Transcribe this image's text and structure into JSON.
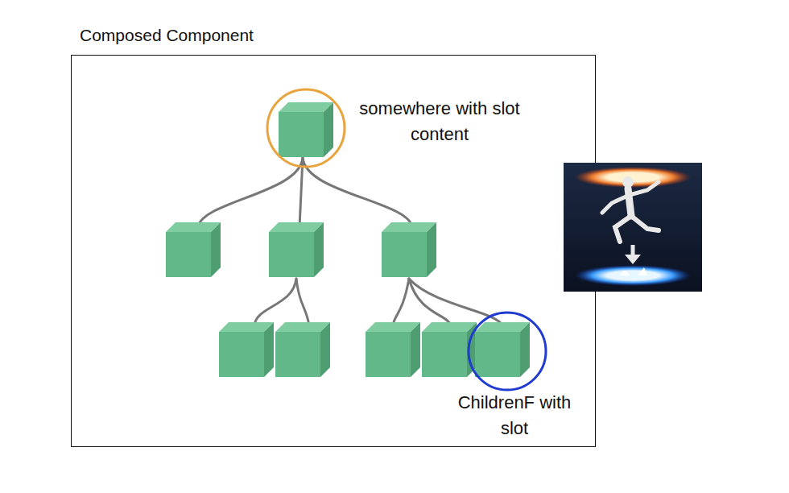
{
  "diagram": {
    "nodes": [
      {
        "text": [
          "Composed Component"
        ]
      },
      {
        "text": [
          "somewhere with slot content"
        ],
        "in": 0
      },
      {
        "text": [
          "ChildrenF with slot"
        ],
        "in": 0
      }
    ]
  }
}
